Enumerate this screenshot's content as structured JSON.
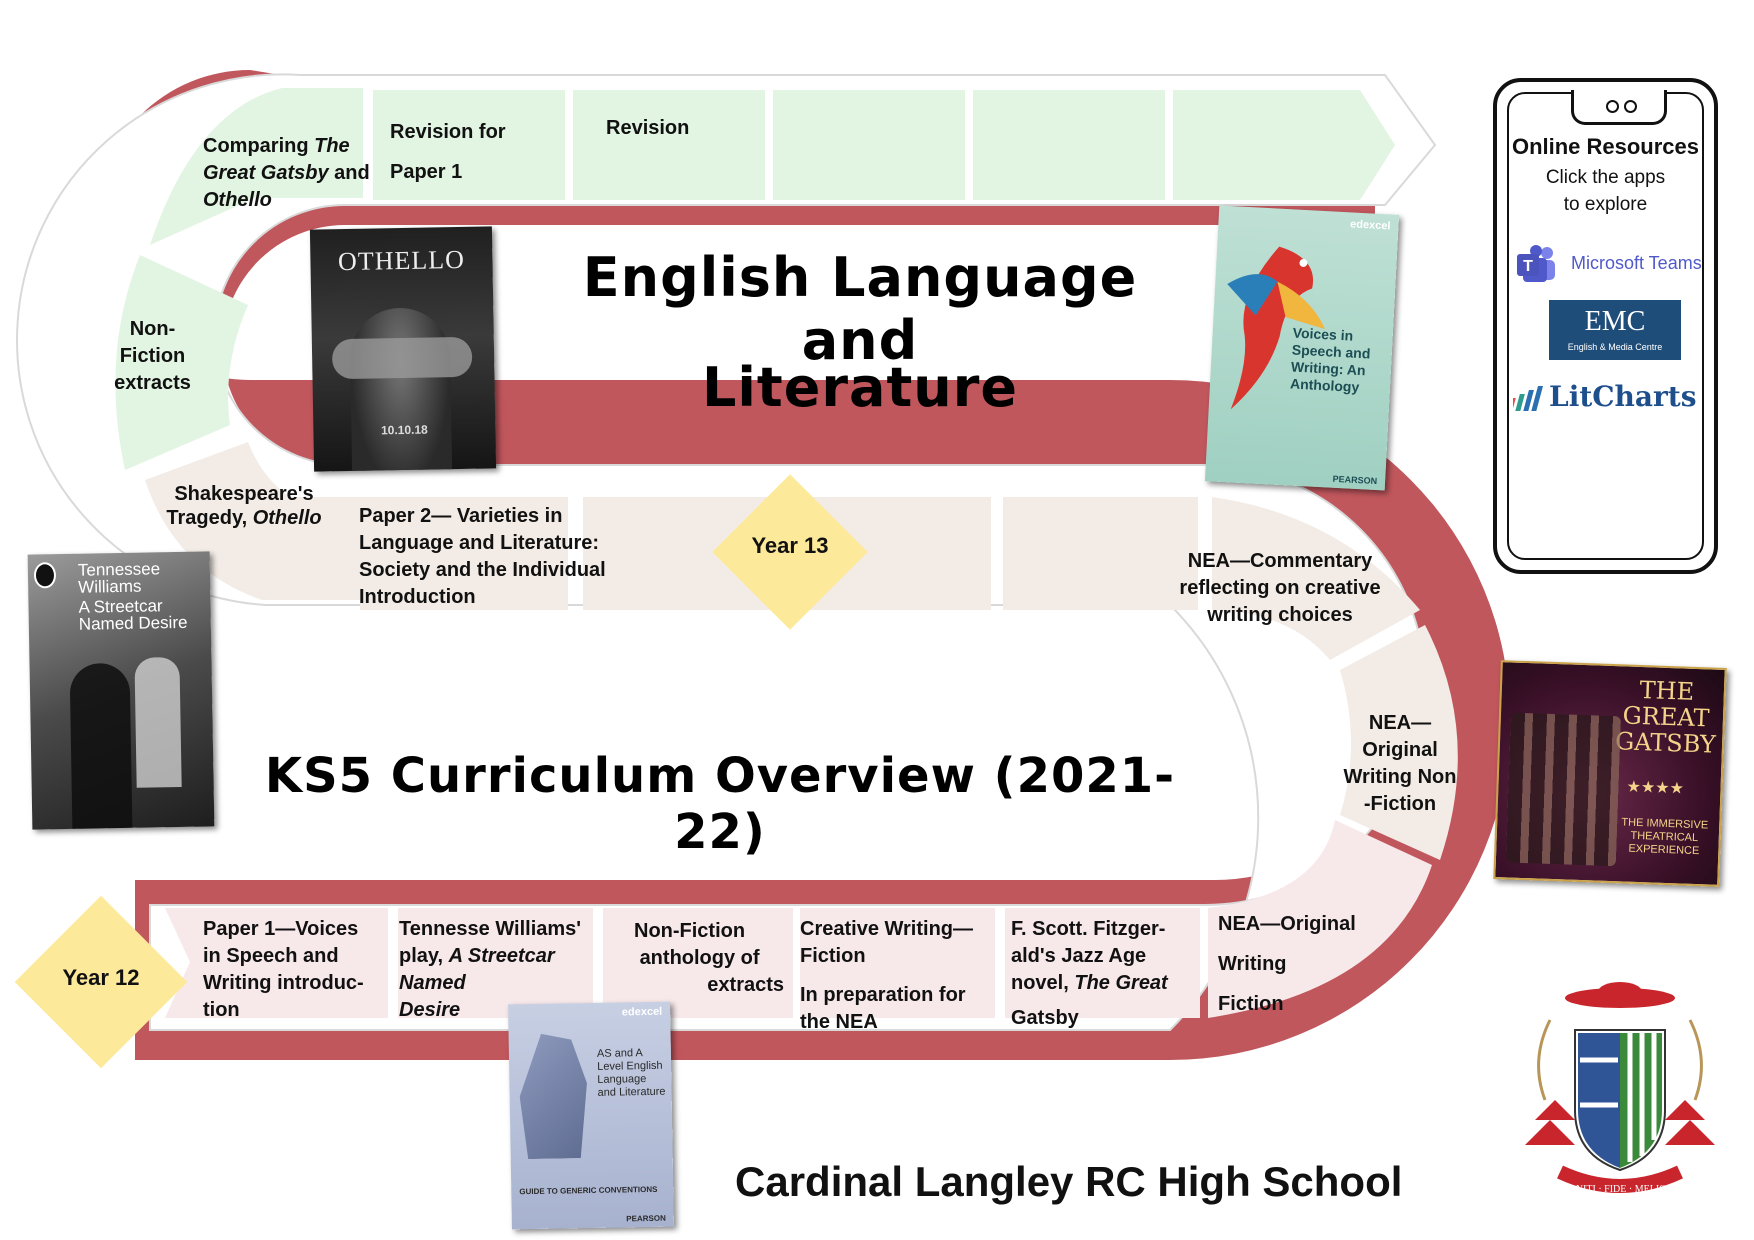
{
  "title": {
    "line1": "English Language and",
    "line2": "Literature"
  },
  "subtitle": "KS5 Curriculum Overview (2021-22)",
  "school": "Cardinal Langley RC High School",
  "year_markers": {
    "year13": "Year 13",
    "year12": "Year 12"
  },
  "top_row": {
    "comparing": {
      "pre": "Comparing ",
      "em1": "The",
      "em2": "Great Gatsby",
      "mid": " and",
      "em3": "Othello"
    },
    "revision_p1": {
      "l1": "Revision for",
      "l2": "Paper 1"
    },
    "revision": "Revision"
  },
  "left_curve": {
    "nonfiction": {
      "l1": "Non-",
      "l2": "Fiction",
      "l3": "extracts"
    }
  },
  "middle_row": {
    "shakespeare": {
      "l1": "Shakespeare's",
      "l2pre": "Tragedy, ",
      "l2em": "Othello"
    },
    "paper2": {
      "l1": "Paper 2— Varieties in",
      "l2": "Language and Literature:",
      "l3": "Society and the Individual",
      "l4": "Introduction"
    },
    "nea_commentary": {
      "l1": "NEA—Commentary",
      "l2": "reflecting on creative",
      "l3": "writing choices"
    }
  },
  "right_curve": {
    "nea_nonfiction": {
      "l1": "NEA—",
      "l2": "Original",
      "l3": "Writing Non",
      "l4": "-Fiction"
    }
  },
  "bottom_row": {
    "paper1": {
      "l1": "Paper 1—Voices",
      "l2": "in Speech and",
      "l3": "Writing introduc-",
      "l4": "tion"
    },
    "williams": {
      "l1": "Tennesse Williams'",
      "l2pre": "play, ",
      "l2em": "A Streetcar",
      "l3": "Named",
      "l4": "Desire"
    },
    "nonfiction_anth": {
      "l1": "Non-Fiction",
      "l2": "anthology of",
      "l3": "extracts"
    },
    "creative": {
      "l1": "Creative Writing—",
      "l2": "Fiction",
      "l3": "In preparation for",
      "l4": "the NEA"
    },
    "fitzgerald": {
      "l1": "F. Scott. Fitzger-",
      "l2": "ald's Jazz Age",
      "l3pre": "novel, ",
      "l3em": "The Great",
      "l4": "Gatsby"
    },
    "nea_fiction": {
      "l1": "NEA—Original",
      "l2": "Writing",
      "l3": "Fiction"
    }
  },
  "phone": {
    "title": "Online Resources",
    "sub1": "Click the apps",
    "sub2": "to explore",
    "apps": [
      {
        "name": "Microsoft Teams",
        "icon": "teams-icon"
      },
      {
        "name": "EMC",
        "tagline": "English & Media Centre",
        "icon": "emc-logo"
      },
      {
        "name": "LitCharts",
        "icon": "litcharts-icon"
      }
    ]
  },
  "covers": {
    "othello": {
      "title": "OTHELLO",
      "date": "10.10.18"
    },
    "voices": {
      "publisher": "edexcel",
      "title": "Voices in Speech and Writing: An Anthology",
      "footer": "PEARSON"
    },
    "streetcar": {
      "author": "Tennessee Williams",
      "title": "A Streetcar Named Desire"
    },
    "gatsby": {
      "title": "THE GREAT GATSBY",
      "stars": "★★★★",
      "tagline": "THE IMMERSIVE THEATRICAL EXPERIENCE"
    },
    "guide": {
      "publisher": "edexcel",
      "title": "AS and A Level English Language and Literature",
      "subtitle": "GUIDE TO GENERIC CONVENTIONS",
      "footer": "PEARSON"
    },
    "crest": {
      "motto": "MONITI · FIDE · MELIORA"
    }
  },
  "colors": {
    "track_red": "#c0575d",
    "green_cell": "#e2f4e2",
    "beige_cell": "#f3ece6",
    "pink_cell": "#f7e8ea",
    "diamond": "#fde99a"
  }
}
